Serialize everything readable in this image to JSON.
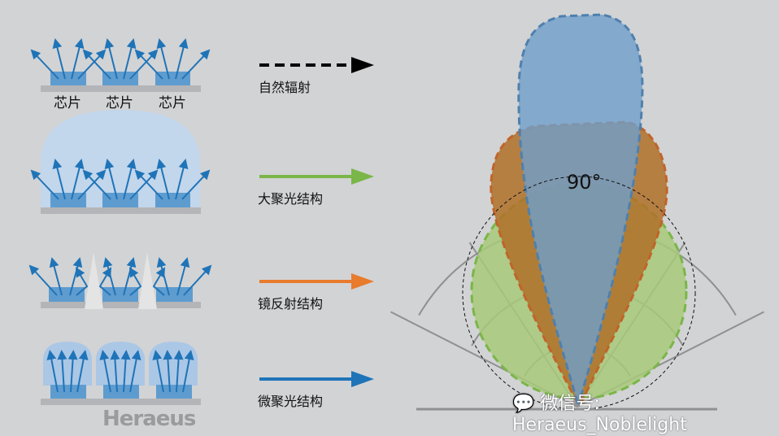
{
  "chip_label": "芯片",
  "structures": [
    {
      "label": "自然辐射",
      "color": "#000000",
      "style": "dashed"
    },
    {
      "label": "大聚光结构",
      "color": "#7ab648",
      "style": "solid"
    },
    {
      "label": "镜反射结构",
      "color": "#e87b2c",
      "style": "solid"
    },
    {
      "label": "微聚光结构",
      "color": "#1f74b8",
      "style": "solid"
    }
  ],
  "polar": {
    "angle_label": "90°"
  },
  "brand": "Heraeus",
  "watermark": "微信号: Heraeus_Noblelight",
  "colors": {
    "background": "#d2d3d5",
    "chip": "#5e9ccf",
    "substrate": "#b4b5b8",
    "lens": "#c2d6ec",
    "arrow": "#1f74b8"
  }
}
